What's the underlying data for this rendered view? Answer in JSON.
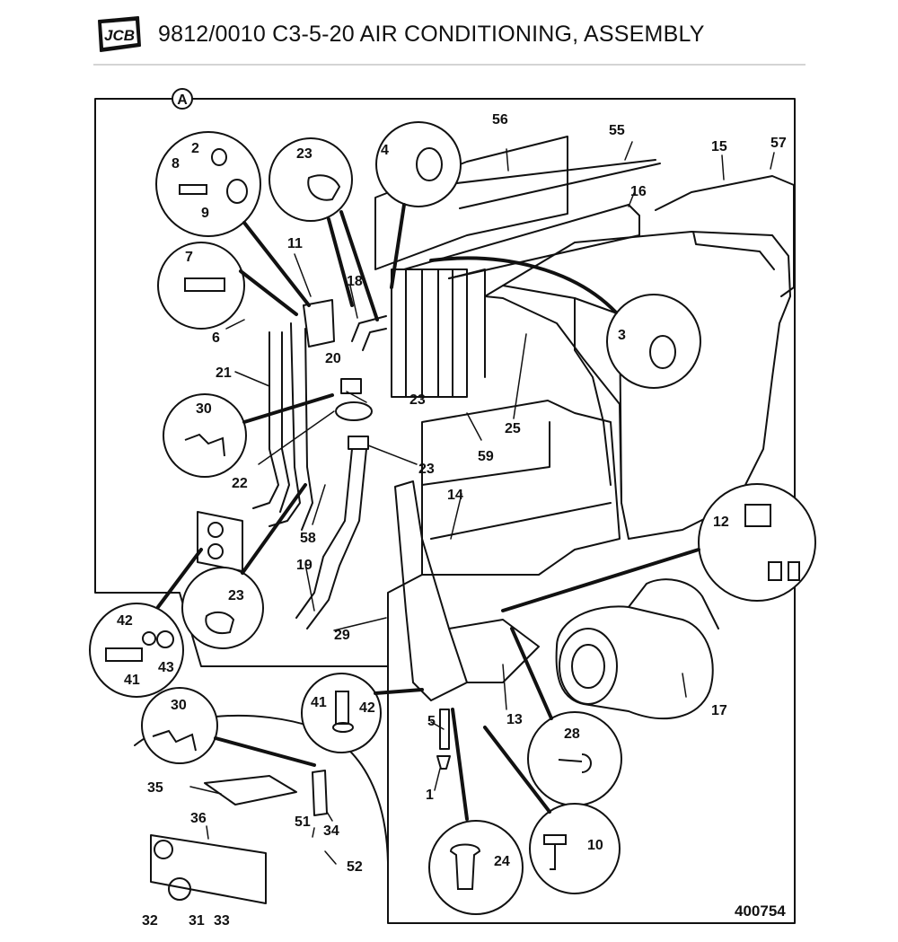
{
  "header": {
    "brand": "JCB",
    "title": "9812/0010 C3-5-20 AIR CONDITIONING, ASSEMBLY"
  },
  "diagram": {
    "view_marker": "A",
    "reference_number": "400754",
    "callouts": {
      "p1": "1",
      "p2": "2",
      "p3": "3",
      "p4": "4",
      "p5": "5",
      "p6": "6",
      "p7": "7",
      "p8": "8",
      "p9": "9",
      "p10": "10",
      "p11": "11",
      "p12": "12",
      "p13": "13",
      "p14": "14",
      "p15": "15",
      "p16": "16",
      "p17": "17",
      "p18": "18",
      "p19": "19",
      "p20": "20",
      "p21": "21",
      "p22": "22",
      "p23": "23",
      "p24": "24",
      "p25": "25",
      "p28": "28",
      "p29": "29",
      "p30": "30",
      "p31": "31",
      "p32": "32",
      "p33": "33",
      "p34": "34",
      "p35": "35",
      "p36": "36",
      "p41": "41",
      "p42": "42",
      "p43": "43",
      "p51": "51",
      "p52": "52",
      "p55": "55",
      "p56": "56",
      "p57": "57",
      "p58": "58",
      "p59": "59"
    }
  }
}
